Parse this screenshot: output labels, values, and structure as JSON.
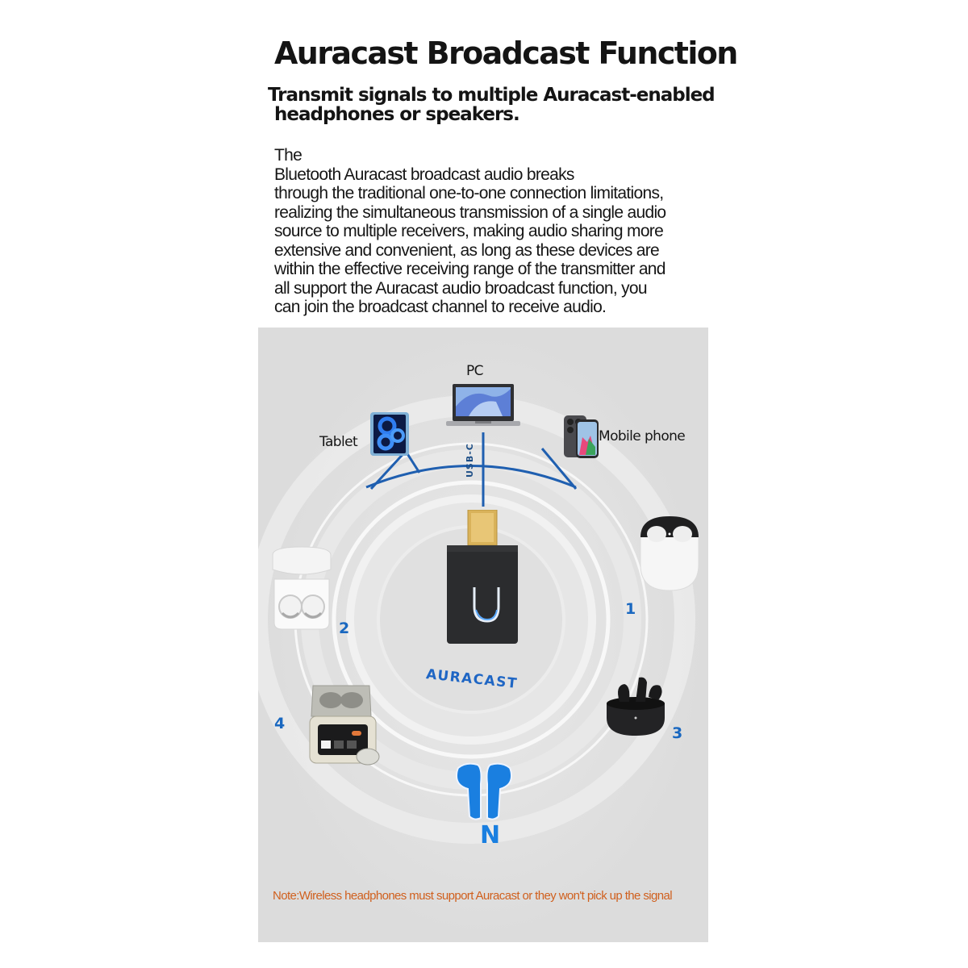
{
  "header": {
    "title": "Auracast Broadcast Function",
    "subtitle_lines": [
      "Transmit signals to multiple Auracast-enabled",
      "headphones or speakers."
    ],
    "description_first_word": "The",
    "description_lines": [
      "Bluetooth Auracast broadcast audio breaks",
      "through the traditional one-to-one connection limitations,",
      "realizing the simultaneous transmission of a single audio",
      "source to multiple receivers, making audio sharing more",
      "extensive and convenient, as long as these devices are",
      "within the effective receiving range of the transmitter and",
      "all support the Auracast audio broadcast function, you",
      "can join the broadcast channel to receive audio."
    ]
  },
  "diagram": {
    "sources": [
      {
        "label": "PC",
        "icon": "laptop-icon"
      },
      {
        "label": "Tablet",
        "icon": "tablet-icon"
      },
      {
        "label": "Mobile phone",
        "icon": "phone-icon"
      }
    ],
    "connector_label": "USB-C",
    "transmitter_label": "AURACAST",
    "receivers": [
      {
        "number": "1",
        "icon": "earbuds-case-white-icon"
      },
      {
        "number": "2",
        "icon": "earbuds-case-open-icon"
      },
      {
        "number": "3",
        "icon": "earbuds-case-black-icon"
      },
      {
        "number": "4",
        "icon": "earbuds-case-screen-icon"
      },
      {
        "number": "N",
        "icon": "generic-earbuds-icon"
      }
    ],
    "note": "Note:Wireless headphones must support Auracast or they won't pick up the signal"
  },
  "colors": {
    "accent_blue": "#1a68c0",
    "earbud_blue": "#1a7fe0",
    "note_orange": "#d0601e",
    "panel_bg": "#dedede",
    "transmitter_body": "#2b2c2e",
    "connector_gold": "#d9b25a"
  }
}
